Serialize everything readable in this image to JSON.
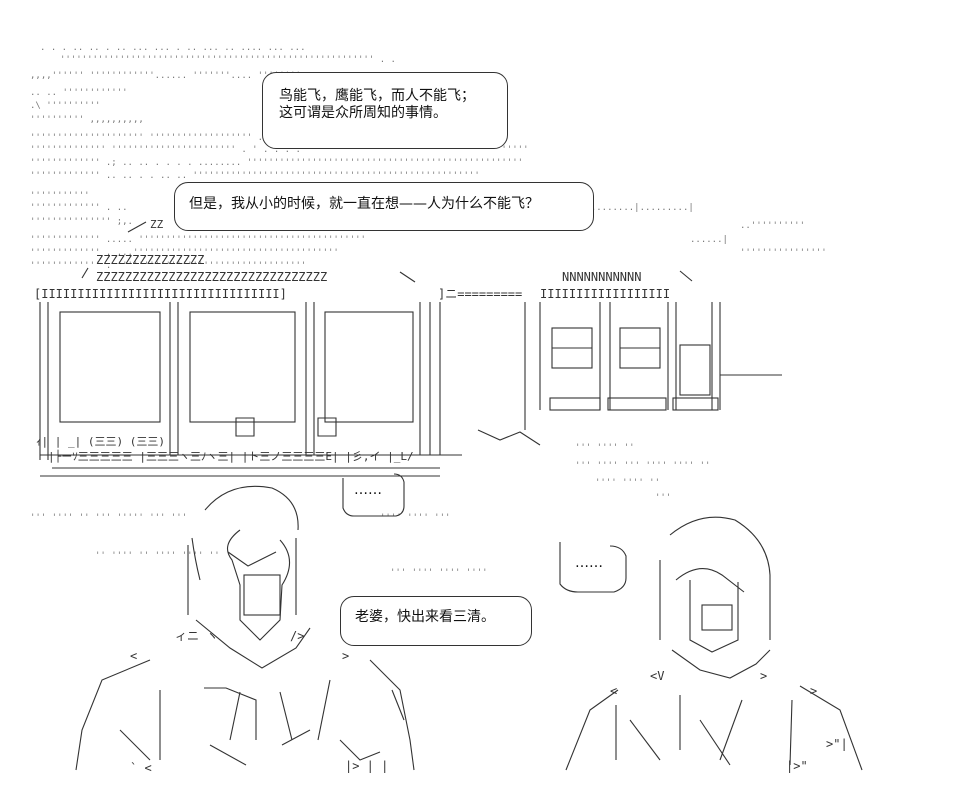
{
  "bubbles": {
    "intro": {
      "line1": "鸟能飞，鹰能飞，而人不能飞；",
      "line2": "这可谓是众所周知的事情。"
    },
    "childhood": "但是，我从小的时候，就一直在想——人为什么不能飞？",
    "wife_call": "老婆，快出来看三清。",
    "silence_center": "……",
    "silence_right": "……"
  },
  "ascii_fragments": {
    "roof_upper": "ZZZZZZZZZZZZZZZ",
    "roof_lower": "ZZZZZZZZZZZZZZZZZZZZZZZZZZZZZZZZ",
    "roof_right": "NNNNNNNNNNN",
    "eaves": "[IIIIIIIIIIIIIIIIIIIIIIIIIIIIIIIII]",
    "eaves_right": "IIIIIIIIIIIIIIIIII",
    "small_zz": "ZZ"
  }
}
